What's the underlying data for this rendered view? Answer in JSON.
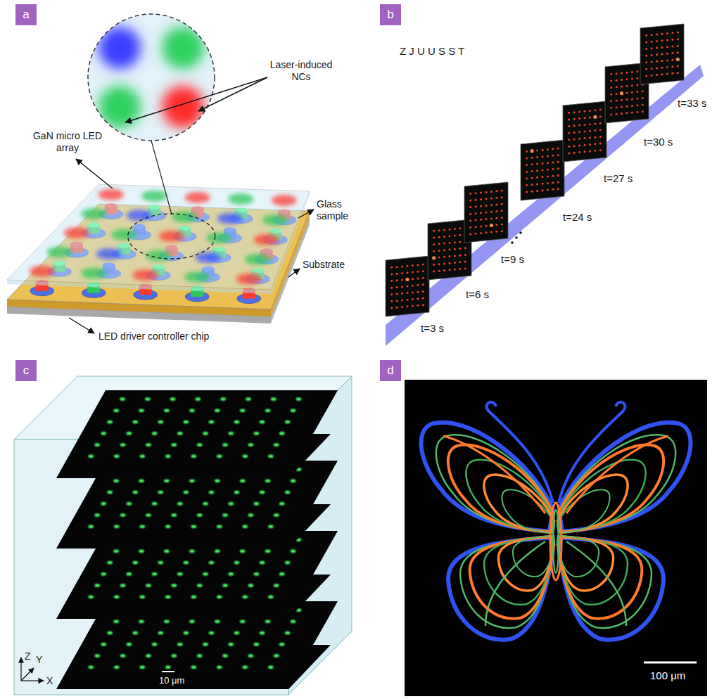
{
  "diagram": {
    "nodes": [
      {
        "text": [
          "a"
        ]
      },
      {
        "text": [
          "b"
        ]
      },
      {
        "text": [
          "c"
        ]
      },
      {
        "text": [
          "d"
        ]
      }
    ],
    "labels": [
      "Laser-induced NCs",
      "GaN micro LED array",
      "Glass sample",
      "Substrate",
      "LED driver controller chip",
      "Z J U U S S T",
      "t=3 s",
      "t=6 s",
      "t=9 s",
      "t=24 s",
      "t=27 s",
      "t=30 s",
      "t=33 s",
      "Z",
      "Y",
      "X",
      "10 μm",
      "100 μm"
    ]
  }
}
